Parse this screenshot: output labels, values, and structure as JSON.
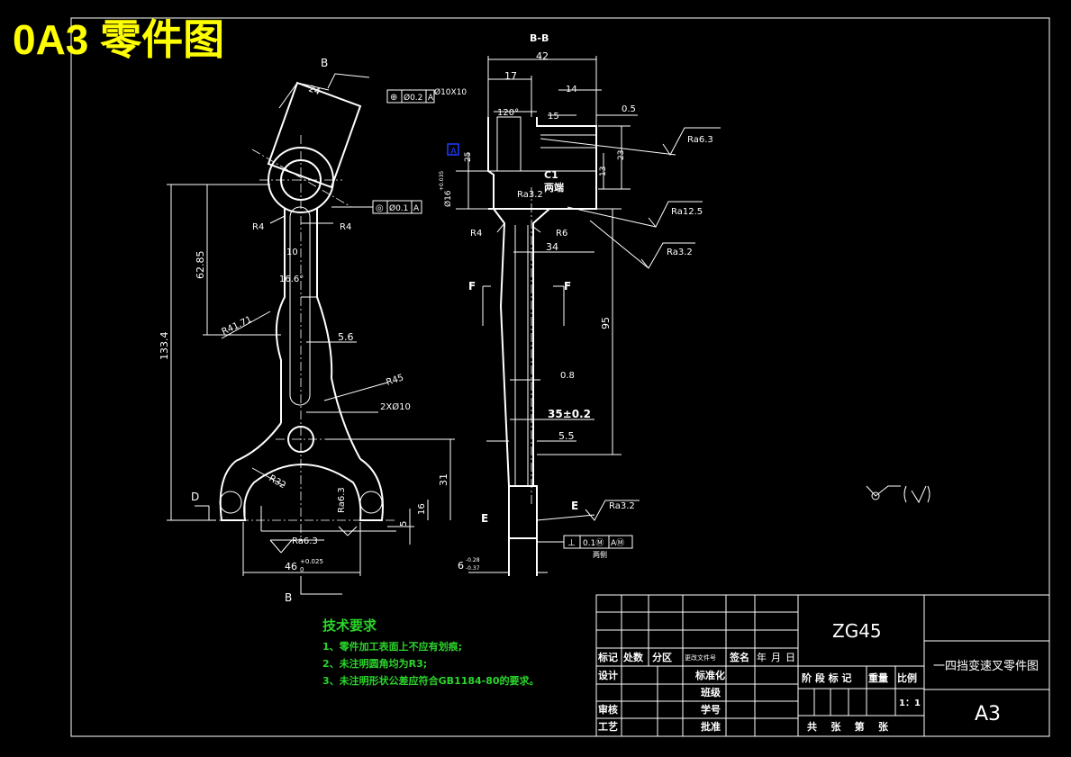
{
  "sheet_badge": "0A3 零件图",
  "section_label": "B-B",
  "view_labels": {
    "b_top": "B",
    "b_bottom": "B",
    "d": "D",
    "f_left": "F",
    "f_right": "F",
    "e_left": "E",
    "e_right": "E"
  },
  "left_view": {
    "dims": {
      "w24": "24",
      "h133": "133.4",
      "h62": "62.85",
      "r4l": "R4",
      "r4r": "R4",
      "r41": "R41.71",
      "ang": "16.6°",
      "w10": "10",
      "w5_6": "5.6",
      "r45": "R45",
      "holes": "2XØ10",
      "r32": "R32",
      "h31": "31",
      "h16": "16",
      "h5": "5",
      "ra63": "Ra6.3",
      "ra63b": "Ra6.3",
      "w46": "46",
      "w46tol": "+0.025",
      "w46tol0": "0"
    },
    "concentricity": {
      "sym": "◎",
      "val": "Ø0.1",
      "ref": "A"
    }
  },
  "section_view": {
    "dims": {
      "w42": "42",
      "w17": "17",
      "ang120": "120°",
      "w15": "15",
      "w14": "14",
      "w0_5": "0.5",
      "h25": "25",
      "h23": "23",
      "h13": "13",
      "c1": "C1",
      "c1note": "两端",
      "d16": "Ø16",
      "d16tol": "+0.035",
      "ra32a": "Ra3.2",
      "ra63": "Ra6.3",
      "ra125": "Ra12.5",
      "ra32b": "Ra3.2",
      "r4": "R4",
      "r6": "R6",
      "w34": "34",
      "h95": "95",
      "w0_8": "0.8",
      "w35": "35±0.2",
      "w5_5": "5.5",
      "ra32c": "Ra3.2",
      "w6": "6",
      "w6tol_up": "-0.28",
      "w6tol_dn": "-0.37",
      "both_sides": "两侧",
      "datum": "A",
      "hole_callout": "Ø10X10",
      "w35a": "35"
    },
    "position_tol": {
      "sym": "⊕",
      "val": "Ø0.2",
      "ref": "A"
    },
    "perp_tol": {
      "sym": "⊥",
      "val": "0.1Ⓜ",
      "ref": "AⓂ"
    }
  },
  "tech_req": {
    "title": "技术要求",
    "items": [
      "1、零件加工表面上不应有划痕;",
      "2、未注明圆角均为R3;",
      "3、未注明形状公差应符合GB1184-80的要求。"
    ]
  },
  "title_block": {
    "material": "ZG45",
    "drawing_name": "一四挡变速叉零件图",
    "size": "A3",
    "header_row": [
      "标记",
      "处数",
      "分区",
      "更改文件号",
      "签名",
      "年",
      "月",
      "日"
    ],
    "design": "设计",
    "standardize": "标准化",
    "class": "班级",
    "review": "审核",
    "student_no": "学号",
    "process": "工艺",
    "approve": "批准",
    "stage": "阶 段 标 记",
    "weight": "重量",
    "scale_label": "比例",
    "scale": "1：1",
    "sheets": "共    张    第    张"
  }
}
